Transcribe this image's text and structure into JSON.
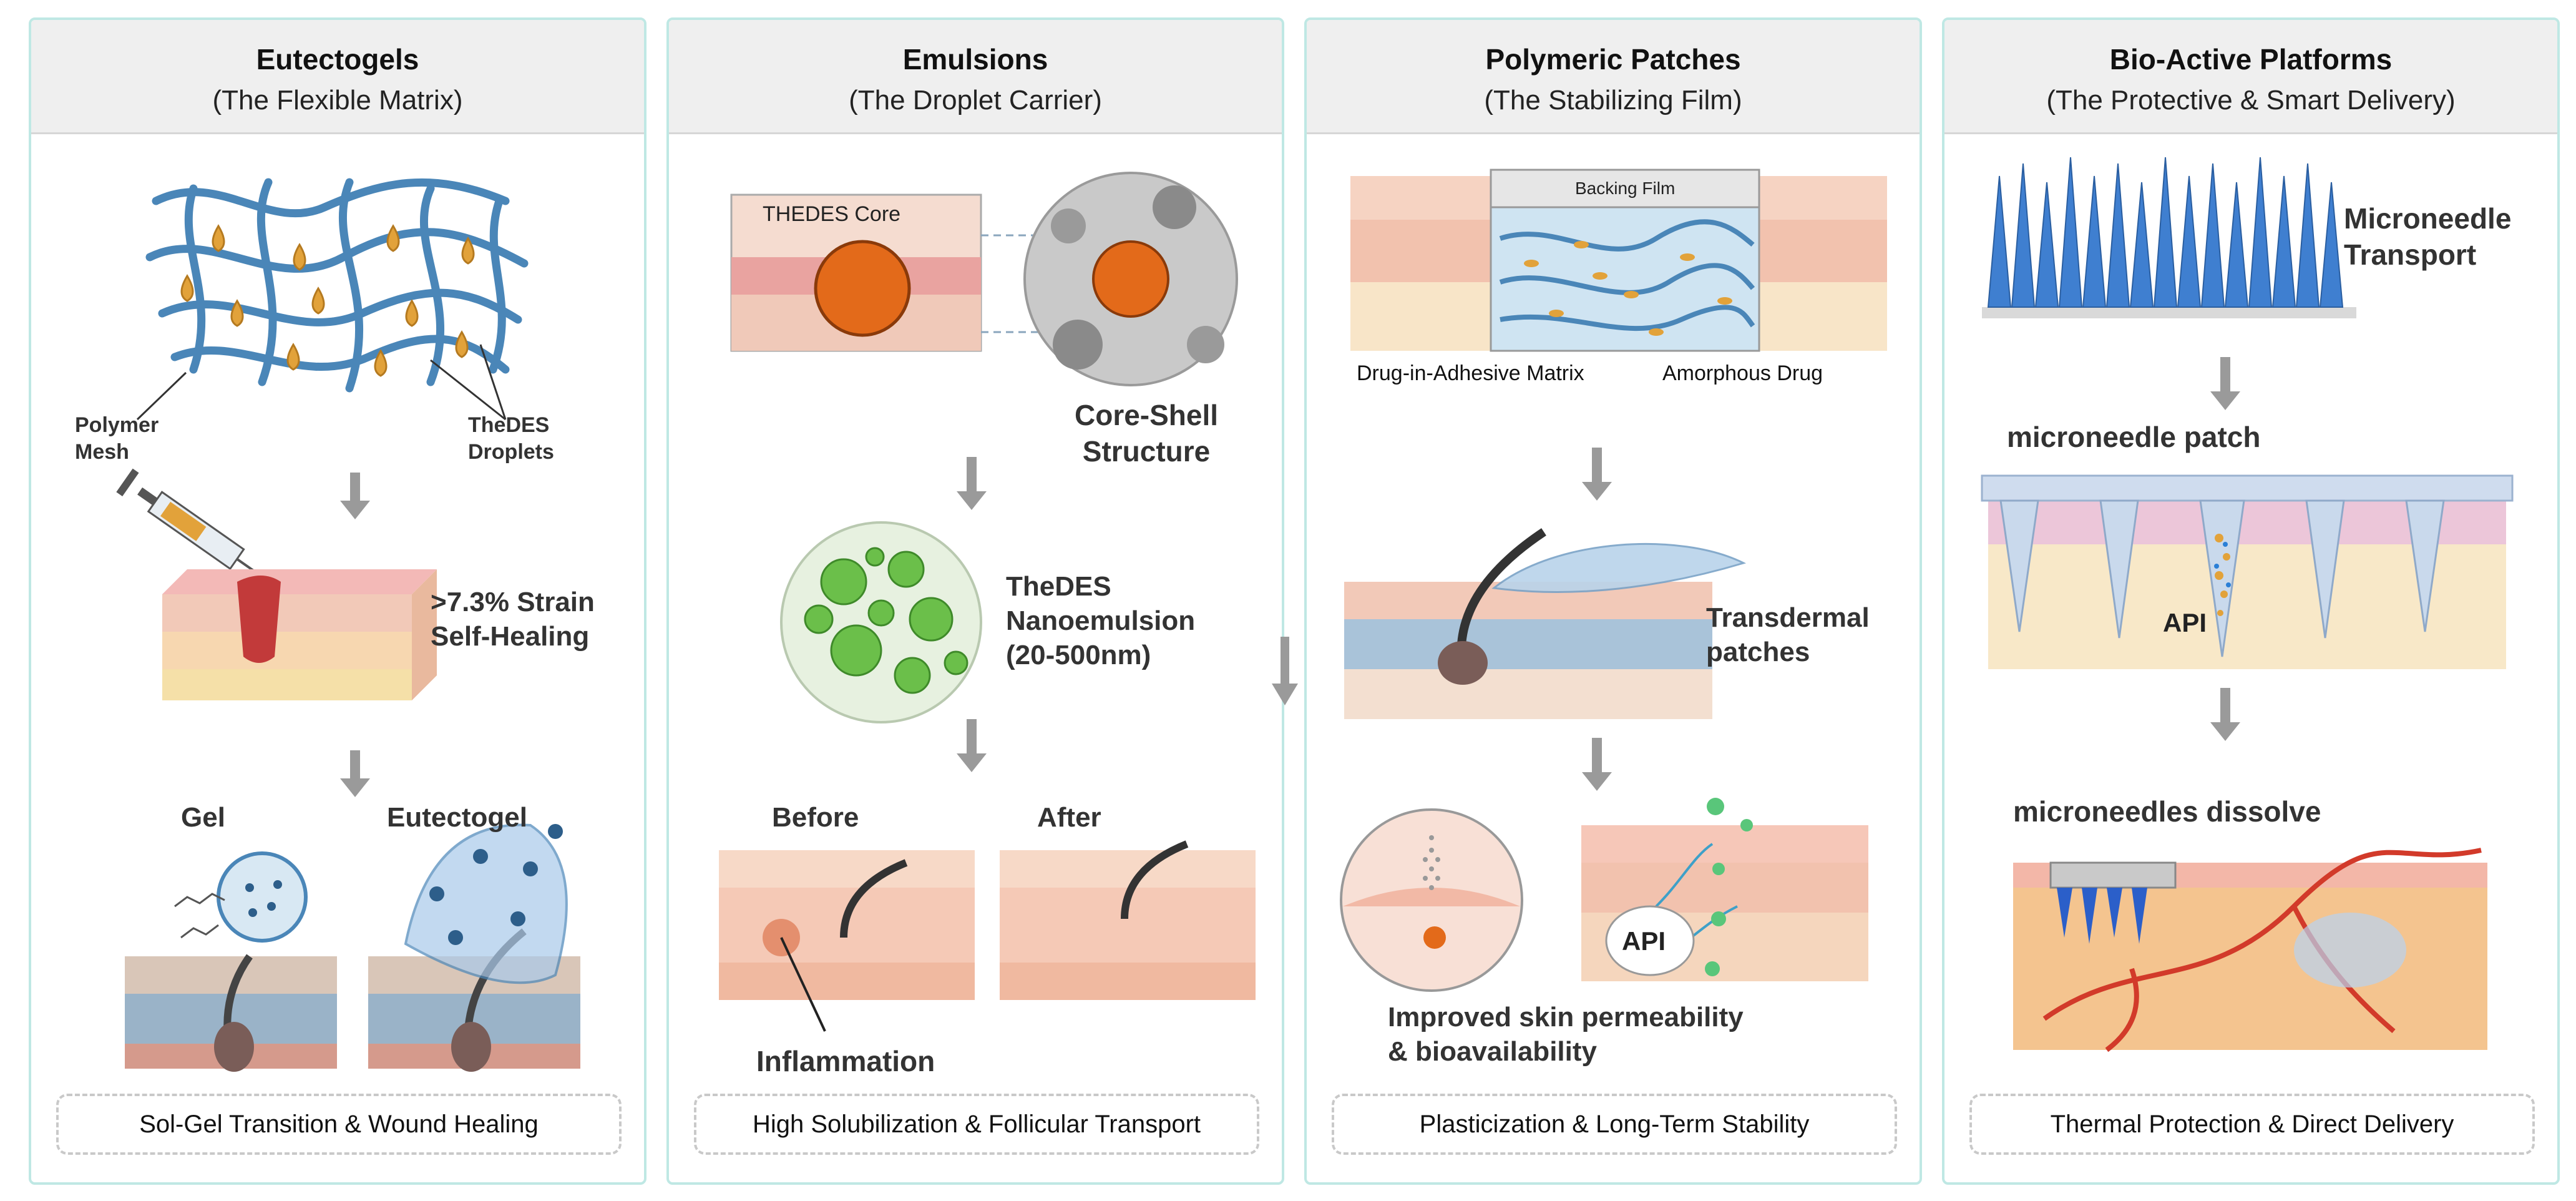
{
  "panels": [
    {
      "title": "Eutectogels",
      "subtitle": "(The Flexible Matrix)",
      "labels": {
        "polymer_mesh": "Polymer\nMesh",
        "thedes_droplets": "TheDES\nDroplets",
        "strain": ">7.3% Strain\nSelf-Healing",
        "gel": "Gel",
        "eutectogel": "Eutectogel"
      },
      "footer": "Sol-Gel Transition & Wound Healing"
    },
    {
      "title": "Emulsions",
      "subtitle": "(The Droplet Carrier)",
      "labels": {
        "thedes_core": "THEDES Core",
        "core_shell": "Core-Shell\nStructure",
        "nanoemulsion": "TheDES\nNanoemulsion\n(20-500nm)",
        "before": "Before",
        "after": "After",
        "inflammation": "Inflammation"
      },
      "footer": "High Solubilization & Follicular Transport"
    },
    {
      "title": "Polymeric Patches",
      "subtitle": "(The Stabilizing Film)",
      "labels": {
        "backing_film": "Backing Film",
        "drug_matrix": "Drug-in-Adhesive Matrix",
        "amorphous_drug": "Amorphous Drug",
        "transdermal": "Transdermal\npatches",
        "api": "API",
        "improved": "Improved skin permeability\n& bioavailability"
      },
      "footer": "Plasticization & Long-Term Stability"
    },
    {
      "title": "Bio-Active Platforms",
      "subtitle": "(The Protective & Smart Delivery)",
      "labels": {
        "microneedle_transport": "Microneedle\nTransport",
        "microneedle_patch": "microneedle patch",
        "api": "API",
        "dissolve": "microneedles dissolve"
      },
      "footer": "Thermal Protection & Direct Delivery"
    }
  ],
  "colors": {
    "panel_border": "#bfe8e4",
    "header_bg": "#efefef",
    "arrow": "#9a9a9a",
    "mesh": "#4a86b8",
    "droplet": "#e2a23a",
    "core": "#e36a1a",
    "emulsion": "#6bbf4a",
    "skin": "#f2c9b8",
    "needle": "#3f7fd0"
  },
  "icons": [
    "syringe-icon",
    "hair-follicle-icon",
    "down-arrow-icon"
  ]
}
